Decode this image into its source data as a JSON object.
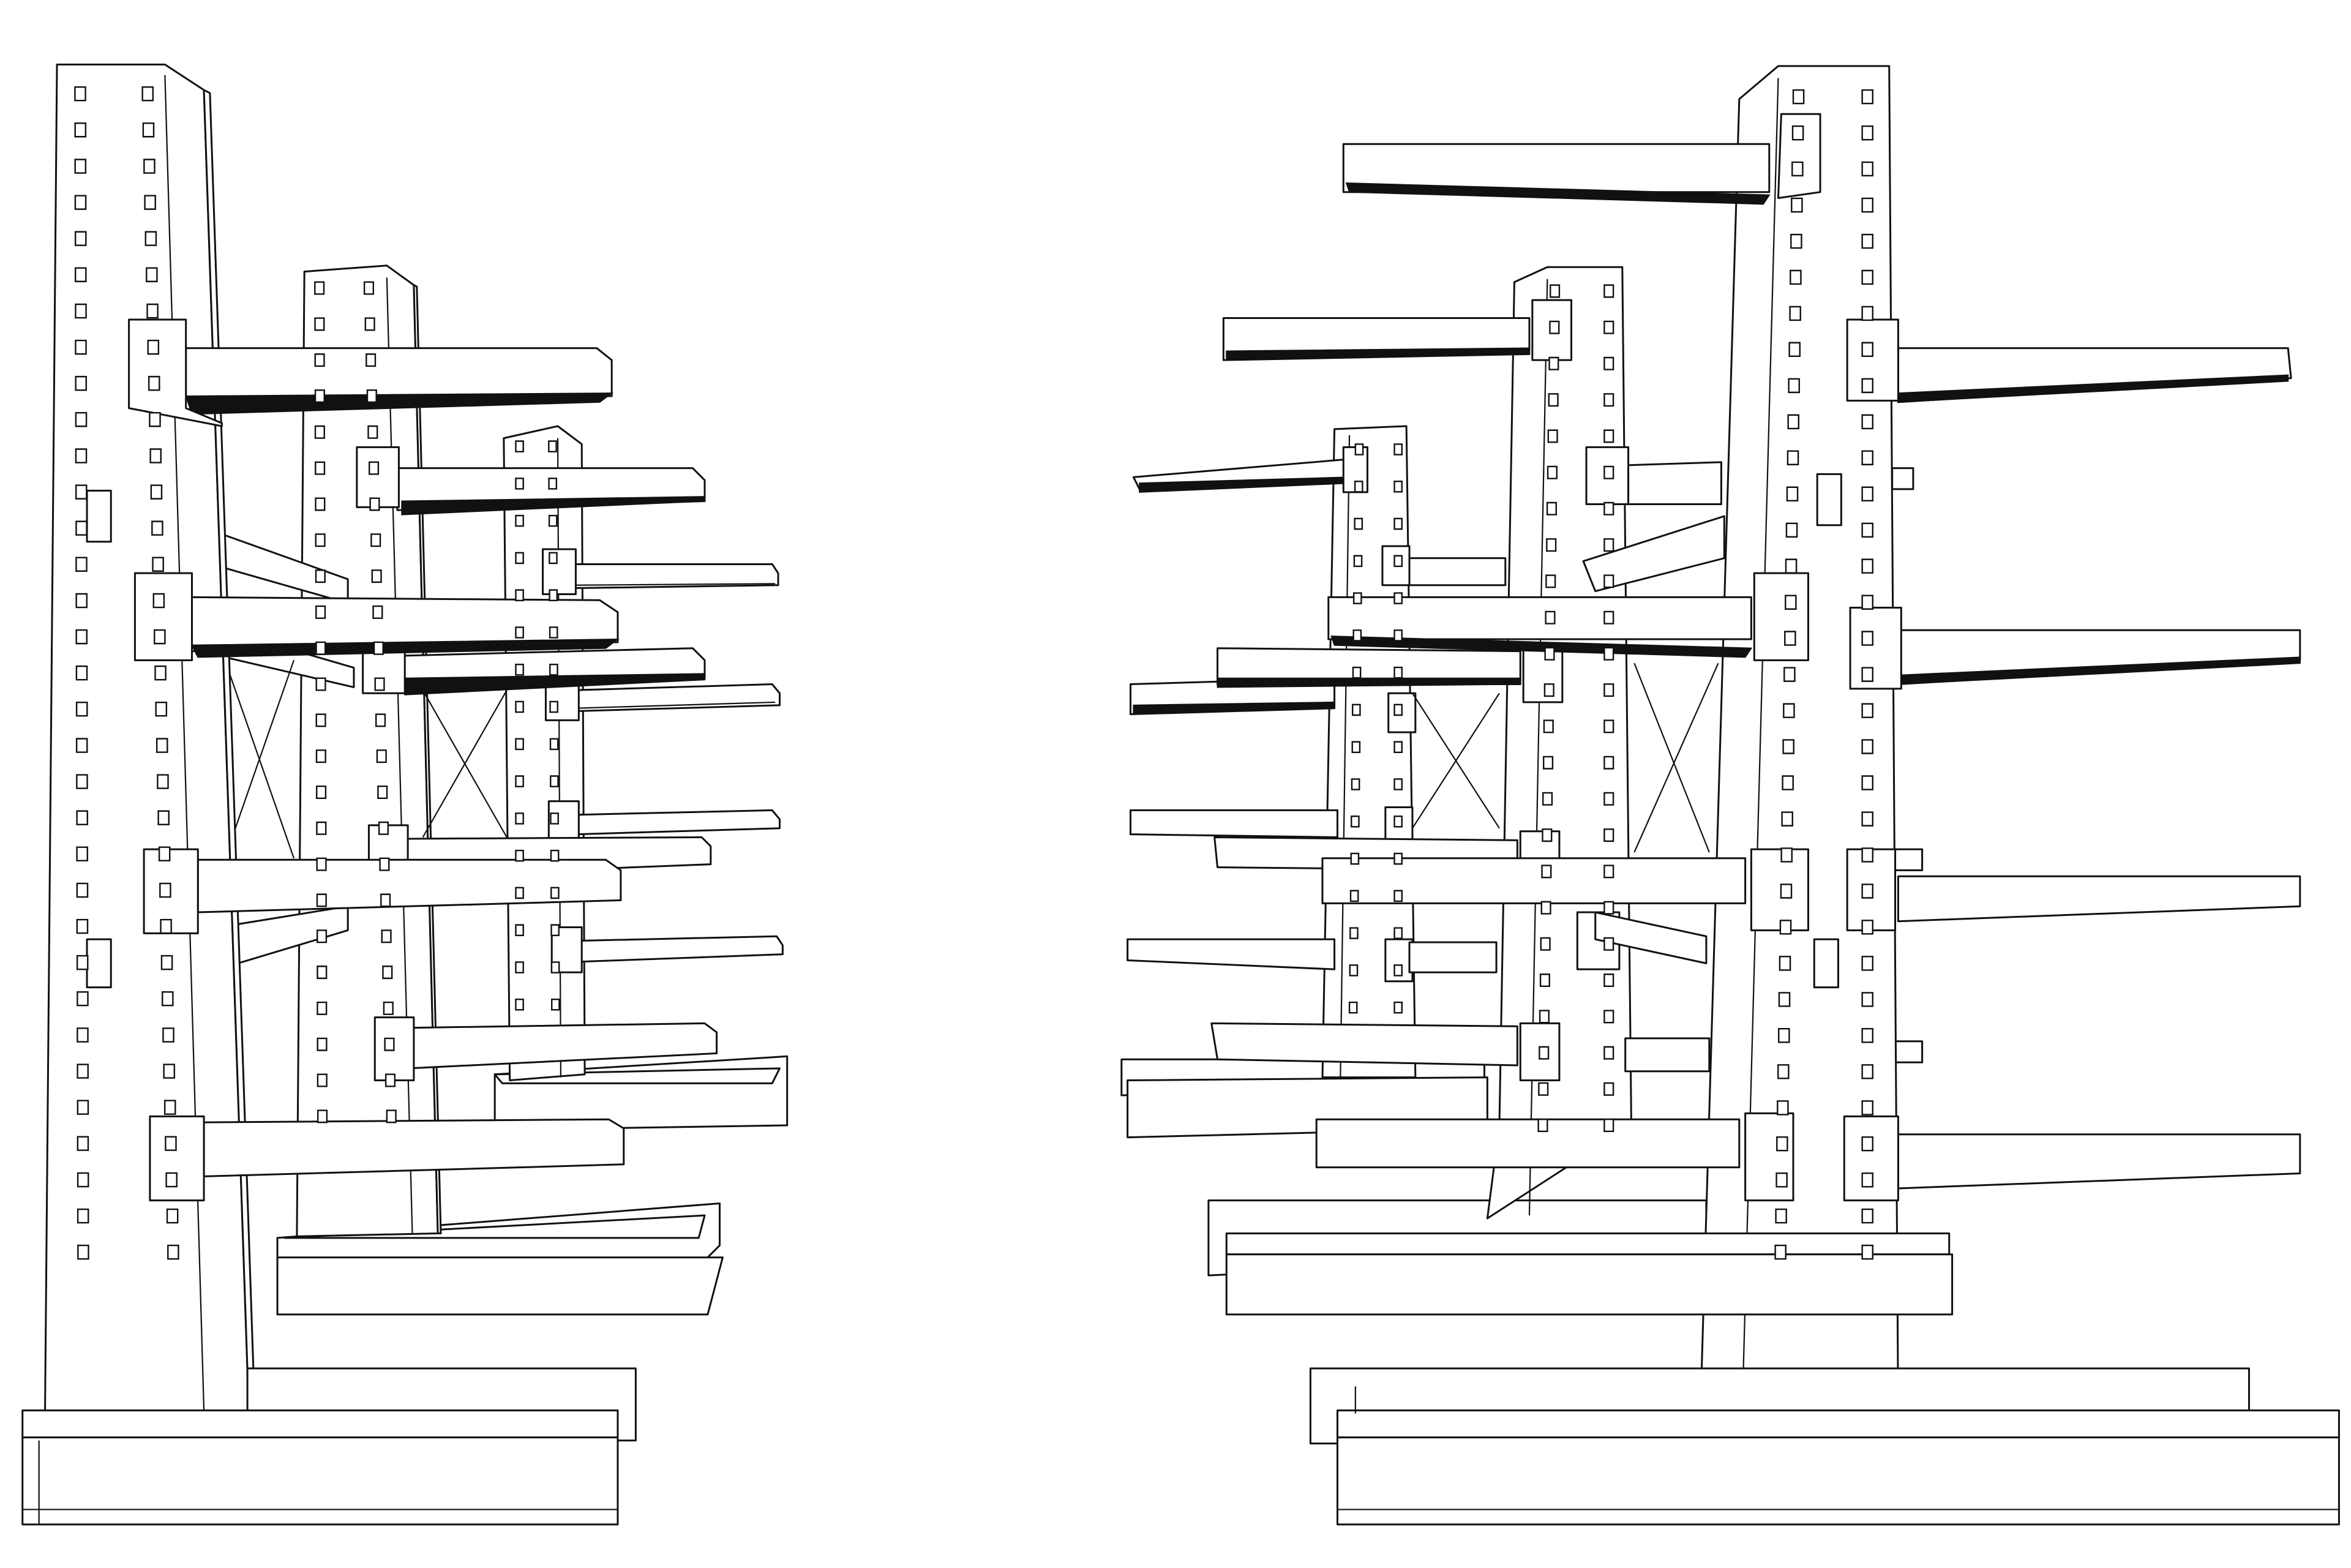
{
  "image": {
    "background": "#ffffff",
    "line_color": "#111111"
  },
  "racks": [
    {
      "facing": "right",
      "columns": 3,
      "arms_per_column": [
        4,
        4,
        4
      ]
    },
    {
      "facing": "left",
      "columns": 3,
      "arms_per_column": [
        5,
        4,
        4
      ],
      "rear_arms_on_front_column": 4
    }
  ]
}
